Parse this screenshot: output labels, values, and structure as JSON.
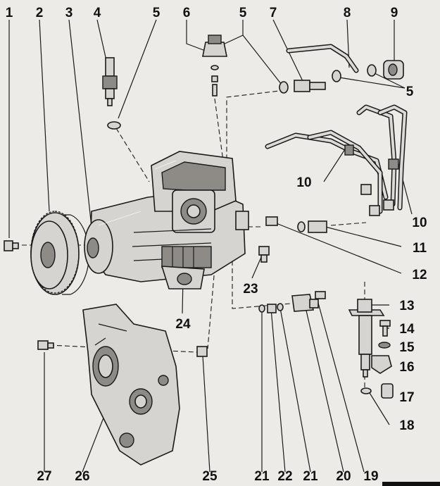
{
  "callouts": {
    "c1": "1",
    "c2": "2",
    "c3": "3",
    "c4": "4",
    "c5a": "5",
    "c6": "6",
    "c5b": "5",
    "c7": "7",
    "c8": "8",
    "c9": "9",
    "c5c": "5",
    "c10a": "10",
    "c10b": "10",
    "c11": "11",
    "c12": "12",
    "c23": "23",
    "c24": "24",
    "c13": "13",
    "c14": "14",
    "c15": "15",
    "c16": "16",
    "c17": "17",
    "c18": "18",
    "c19": "19",
    "c20": "20",
    "c21a": "21",
    "c22": "22",
    "c21b": "21",
    "c25": "25",
    "c26": "26",
    "c27": "27"
  }
}
